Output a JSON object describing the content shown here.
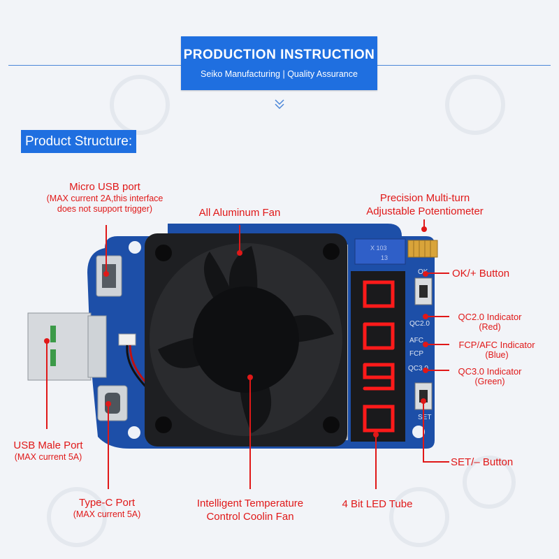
{
  "header": {
    "title": "PRODUCTION INSTRUCTION",
    "subtitle": "Seiko Manufacturing | Quality Assurance"
  },
  "section_title": "Product Structure:",
  "labels": {
    "micro_usb": {
      "title": "Micro USB port",
      "note_line1": "(MAX current 2A,this interface",
      "note_line2": "does not support trigger)"
    },
    "fan": {
      "title": "All Aluminum Fan"
    },
    "potentiometer": {
      "line1": "Precision Multi-turn",
      "line2": "Adjustable Potentiometer"
    },
    "ok_button": {
      "title": "OK/+ Button"
    },
    "qc2": {
      "title": "QC2.0 Indicator",
      "color": "(Red)"
    },
    "fcp": {
      "title": "FCP/AFC Indicator",
      "color": "(Blue)"
    },
    "qc3": {
      "title": "QC3.0 Indicator",
      "color": "(Green)"
    },
    "set_button": {
      "title": "SET/– Button"
    },
    "usb_male": {
      "title": "USB Male Port",
      "note": "(MAX current 5A)"
    },
    "typec": {
      "title": "Type-C Port",
      "note": "(MAX current 5A)"
    },
    "temp_fan": {
      "line1": "Intelligent Temperature",
      "line2": "Control Coolin Fan"
    },
    "led_tube": {
      "title": "4 Bit LED Tube"
    }
  },
  "board_text": {
    "pot_mark": "X 103",
    "pot_mark2": "13",
    "ok": "OK",
    "qc2": "QC2.0",
    "afc": "AFC",
    "fcp": "FCP",
    "qc3": "QC3.0",
    "set": "SET"
  },
  "colors": {
    "accent_blue": "#1f6fe0",
    "label_red": "#e01818",
    "pcb_blue": "#1d4fa8",
    "led_red": "#ff1a1a"
  }
}
